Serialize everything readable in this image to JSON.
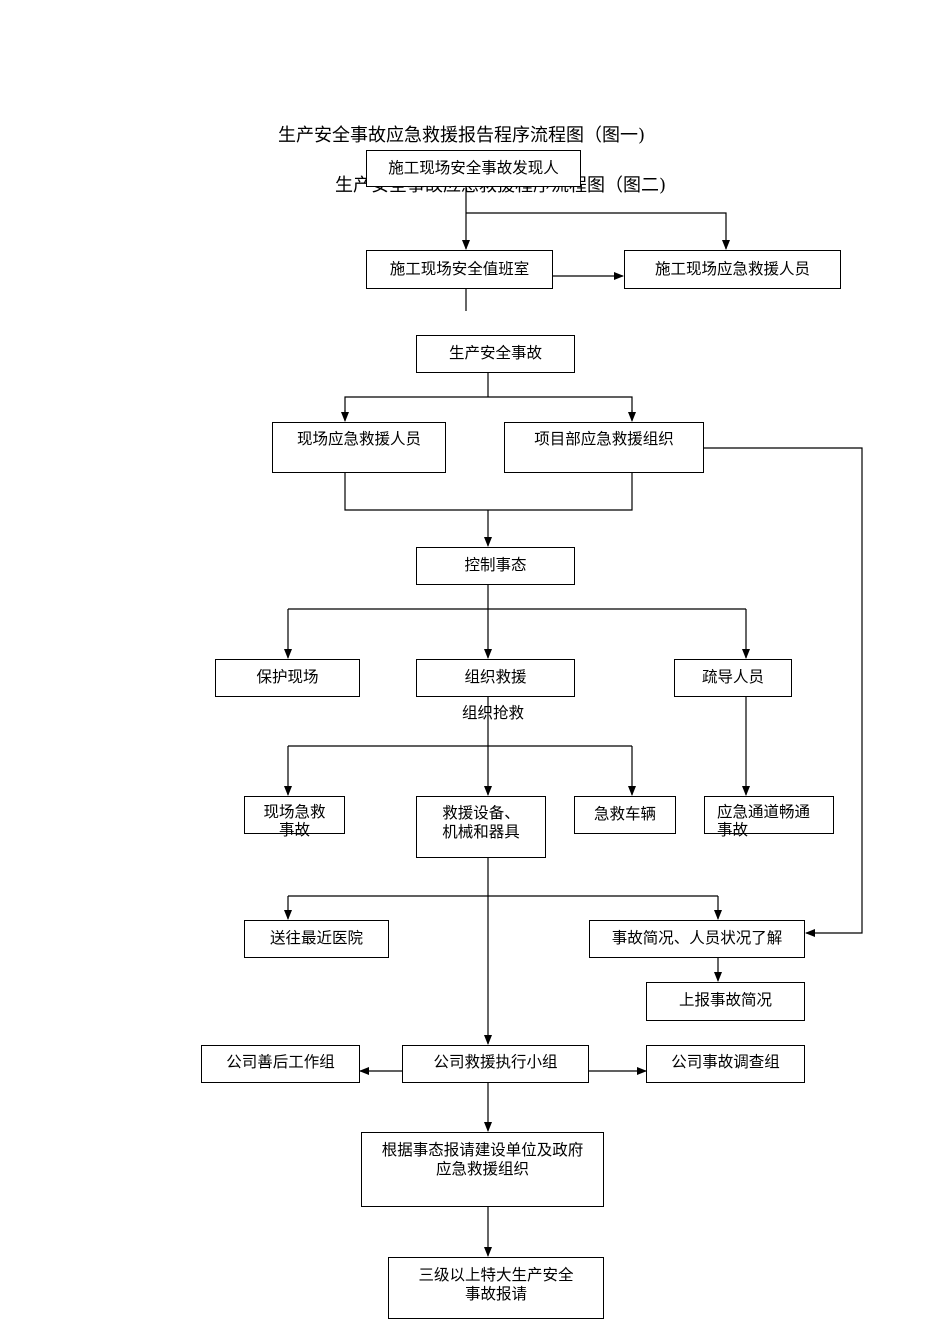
{
  "titles": {
    "fig1": "生产安全事故应急救援报告程序流程图（图一)",
    "fig2": "生产安全事故应急救援程序流程图（图二)"
  },
  "nodes": {
    "finder": "施工现场安全事故发现人",
    "duty_room": "施工现场安全值班室",
    "site_rescuers": "施工现场应急救援人员",
    "accident": "生产安全事故",
    "onsite_rescuers": "现场应急救援人员",
    "project_org": "项目部应急救援组织",
    "control": "控制事态",
    "protect_scene": "保护现场",
    "organize_rescue": "组织救援",
    "evacuate": "疏导人员",
    "organize_first_aid": "组织抢救",
    "onsite_first_aid": [
      "现场急救",
      "事故"
    ],
    "equipment": [
      "救援设备、",
      "机械和器具"
    ],
    "ambulance": "急救车辆",
    "emergency_route": [
      "应急通道畅通",
      "事故"
    ],
    "hospital": "送往最近医院",
    "situation": "事故简况、人员状况了解",
    "report_brief": "上报事故简况",
    "aftermath_team": "公司善后工作组",
    "exec_team": "公司救援执行小组",
    "investigation_team": "公司事故调查组",
    "report_gov": [
      "根据事态报请建设单位及政府",
      "应急救援组织"
    ],
    "level3_report": [
      "三级以上特大生产安全",
      "事故报请"
    ]
  }
}
